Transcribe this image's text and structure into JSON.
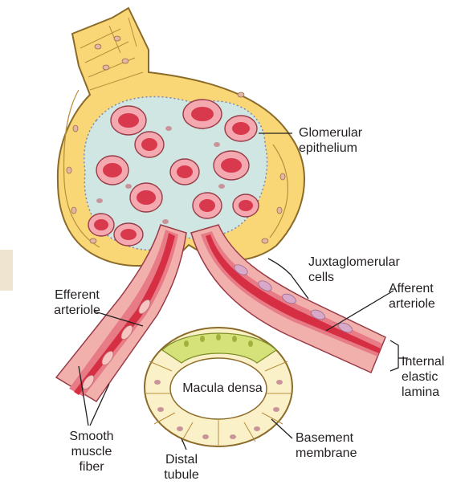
{
  "figure": {
    "labels": {
      "glomerular_epithelium": [
        "Glomerular",
        "epithelium"
      ],
      "juxtaglomerular_cells": [
        "Juxtaglomerular",
        "cells"
      ],
      "afferent_arteriole": [
        "Afferent",
        "arteriole"
      ],
      "efferent_arteriole": [
        "Efferent",
        "arteriole"
      ],
      "internal_elastic_lamina": [
        "Internal",
        "elastic",
        "lamina"
      ],
      "macula_densa": [
        "Macula densa"
      ],
      "smooth_muscle_fiber": [
        "Smooth",
        "muscle",
        "fiber"
      ],
      "distal_tubule": [
        "Distal",
        "tubule"
      ],
      "basement_membrane": [
        "Basement",
        "membrane"
      ]
    },
    "colors": {
      "capsule": "#f9d777",
      "capsule_outline": "#8b6b2a",
      "capillary_blood": "#d9394c",
      "capillary_wall": "#f4a9b0",
      "mesangium": "#cfe6e2",
      "podocyte_dots": "#7b86b6",
      "vessel_wall": "#f2b0ad",
      "smooth_muscle": "#f6c4c1",
      "lumen": "#d62f44",
      "tubule_cells": "#fbf1c9",
      "macula_cells": "#d5e27a",
      "nucleus": "#c99499",
      "side_tab": "#efe4d0"
    }
  }
}
